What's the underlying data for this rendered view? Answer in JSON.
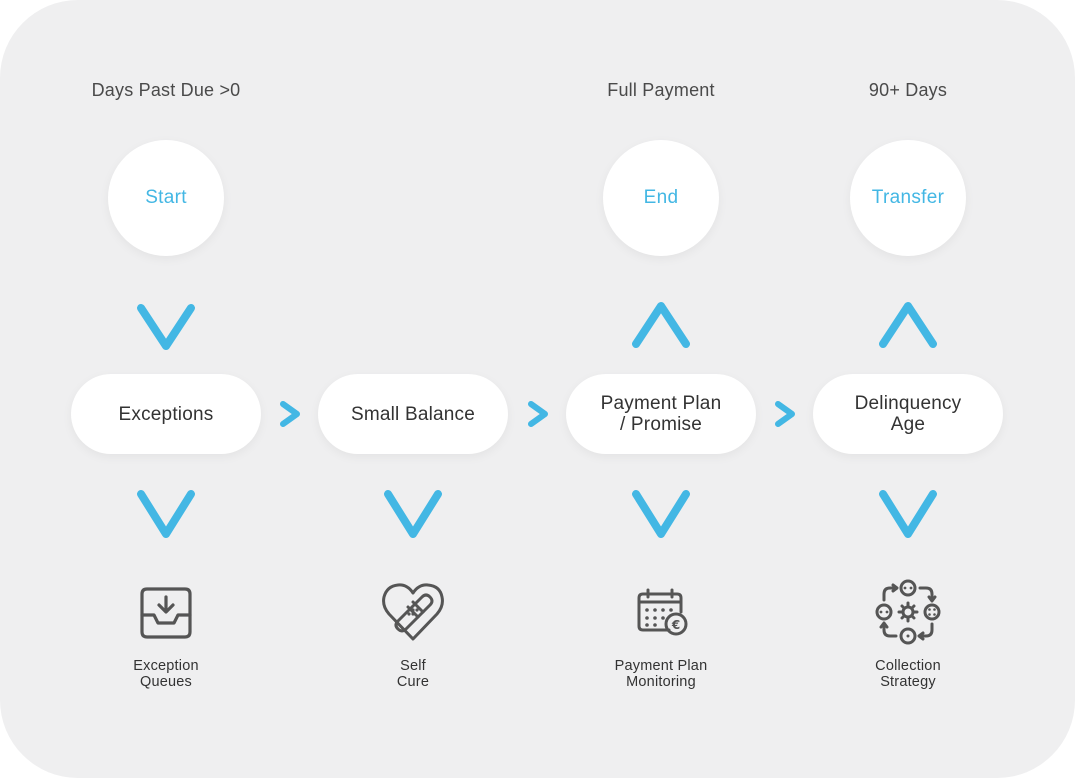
{
  "headers": {
    "start": "Days Past Due >0",
    "end": "Full Payment",
    "transfer": "90+ Days"
  },
  "circles": {
    "start": "Start",
    "end": "End",
    "transfer": "Transfer"
  },
  "stages": [
    {
      "line1": "Exceptions",
      "line2": ""
    },
    {
      "line1": "Small Balance",
      "line2": ""
    },
    {
      "line1": "Payment Plan",
      "line2": "/ Promise"
    },
    {
      "line1": "Delinquency",
      "line2": "Age"
    }
  ],
  "outcomes": [
    {
      "line1": "Exception",
      "line2": "Queues",
      "icon": "inbox-download-icon"
    },
    {
      "line1": "Self",
      "line2": "Cure",
      "icon": "heart-bandage-icon"
    },
    {
      "line1": "Payment Plan",
      "line2": "Monitoring",
      "icon": "calendar-euro-icon"
    },
    {
      "line1": "Collection",
      "line2": "Strategy",
      "icon": "collection-cycle-icon"
    }
  ],
  "colors": {
    "accent": "#43b7e4",
    "text": "#333333",
    "panel": "#efeff0",
    "icon": "#555555"
  }
}
